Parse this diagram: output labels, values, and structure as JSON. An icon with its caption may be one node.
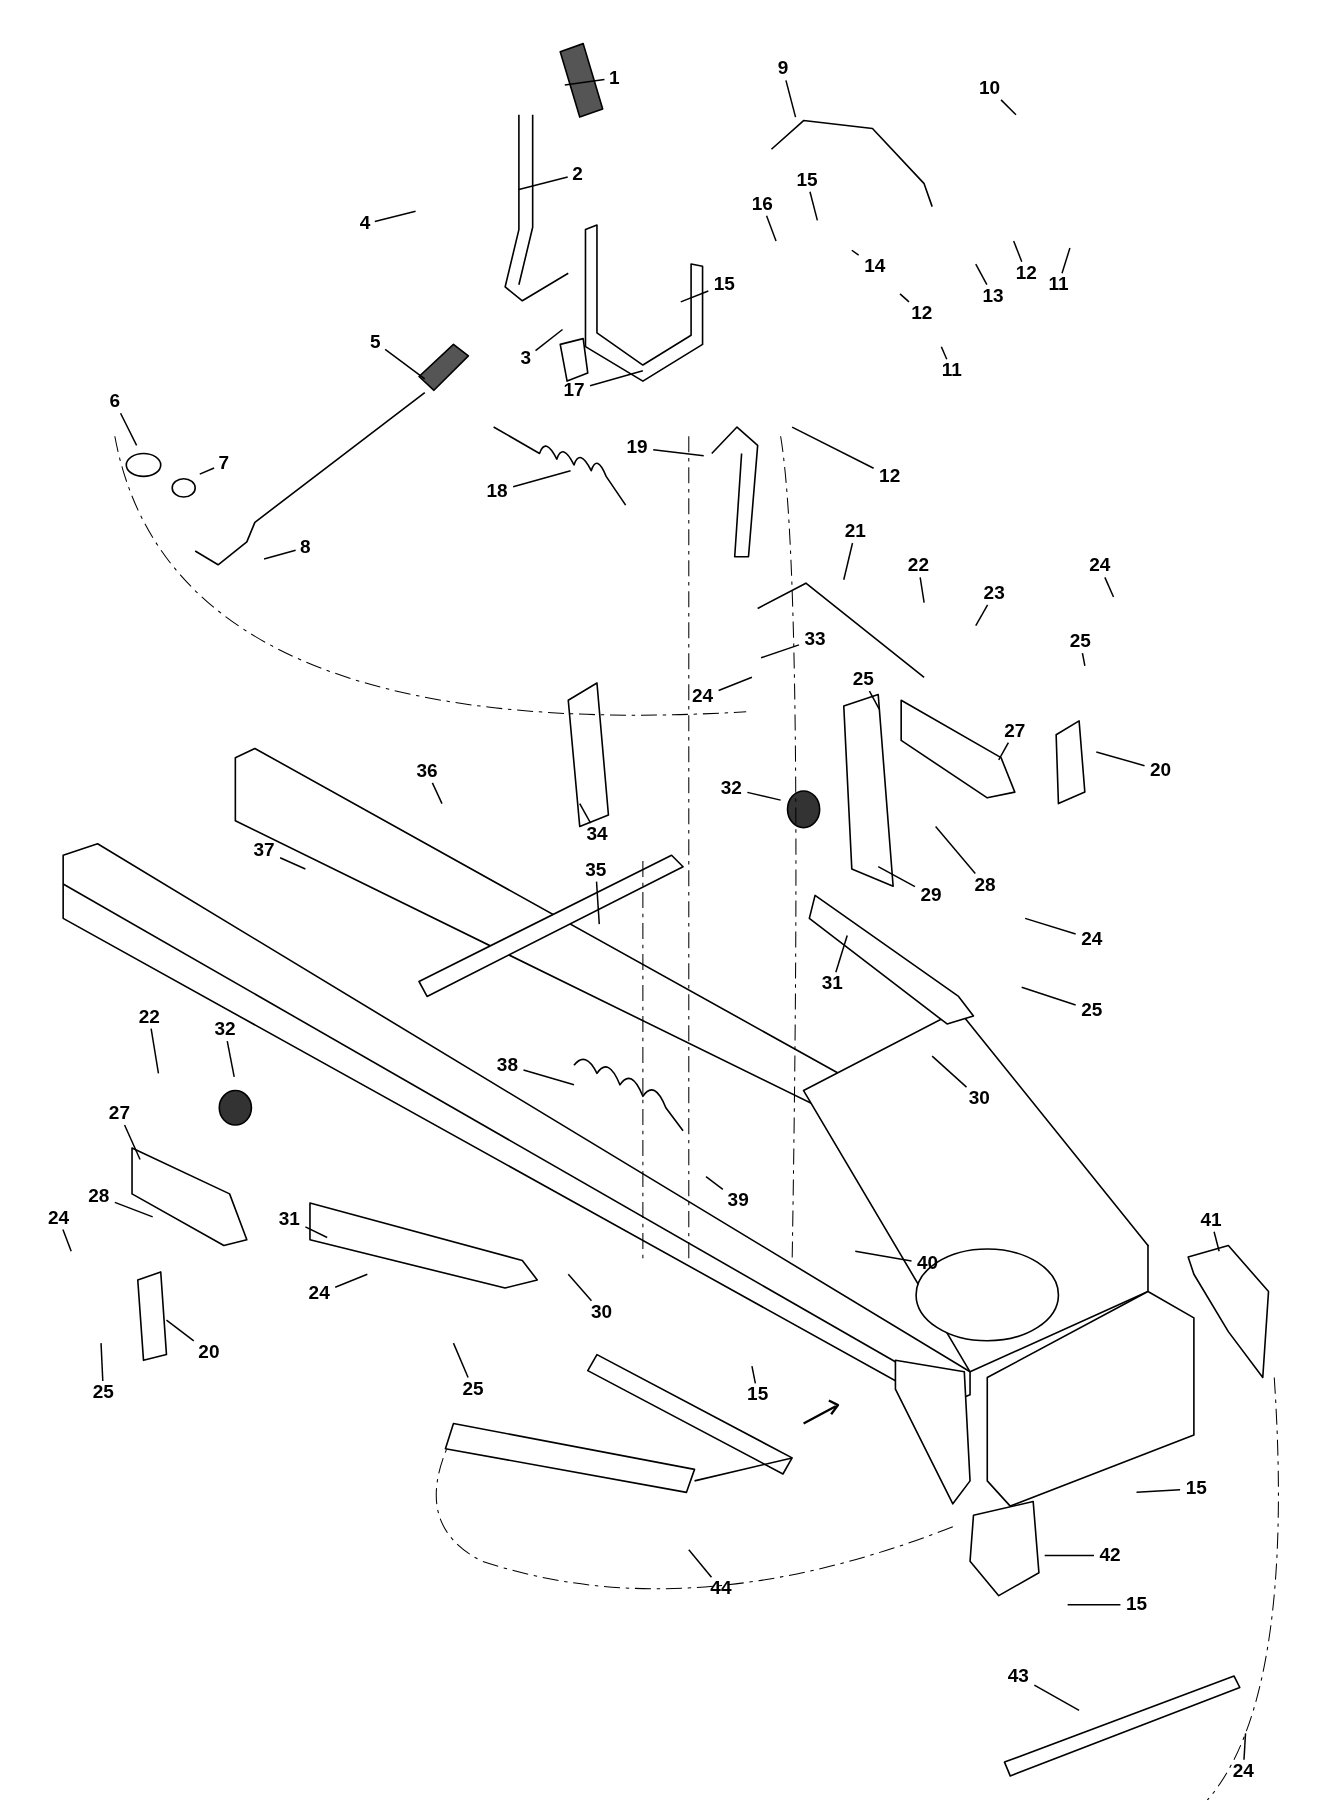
{
  "diagram": {
    "nodes": [
      {
        "text": [
          "1"
        ]
      },
      {
        "text": [
          "2"
        ]
      },
      {
        "text": [
          "9"
        ]
      },
      {
        "text": [
          "10"
        ]
      },
      {
        "text": [
          "4"
        ]
      },
      {
        "text": [
          "15"
        ]
      },
      {
        "text": [
          "16"
        ]
      },
      {
        "text": [
          "14"
        ]
      },
      {
        "text": [
          "13"
        ]
      },
      {
        "text": [
          "12"
        ]
      },
      {
        "text": [
          "11"
        ]
      },
      {
        "text": [
          "12"
        ]
      },
      {
        "text": [
          "15"
        ]
      },
      {
        "text": [
          "3"
        ]
      },
      {
        "text": [
          "5"
        ]
      },
      {
        "text": [
          "11"
        ]
      },
      {
        "text": [
          "17"
        ]
      },
      {
        "text": [
          "6"
        ]
      },
      {
        "text": [
          "19"
        ]
      },
      {
        "text": [
          "7"
        ]
      },
      {
        "text": [
          "12"
        ]
      },
      {
        "text": [
          "18"
        ]
      },
      {
        "text": [
          "8"
        ]
      },
      {
        "text": [
          "21"
        ]
      },
      {
        "text": [
          "22"
        ]
      },
      {
        "text": [
          "33"
        ]
      },
      {
        "text": [
          "23"
        ]
      },
      {
        "text": [
          "24"
        ]
      },
      {
        "text": [
          "25"
        ]
      },
      {
        "text": [
          "24"
        ]
      },
      {
        "text": [
          "32"
        ]
      },
      {
        "text": [
          "25"
        ]
      },
      {
        "text": [
          "27"
        ]
      },
      {
        "text": [
          "20"
        ]
      },
      {
        "text": [
          "36"
        ]
      },
      {
        "text": [
          "34"
        ]
      },
      {
        "text": [
          "37"
        ]
      },
      {
        "text": [
          "35"
        ]
      },
      {
        "text": [
          "29"
        ]
      },
      {
        "text": [
          "28"
        ]
      },
      {
        "text": [
          "31"
        ]
      },
      {
        "text": [
          "24"
        ]
      },
      {
        "text": [
          "25"
        ]
      },
      {
        "text": [
          "22"
        ]
      },
      {
        "text": [
          "32"
        ]
      },
      {
        "text": [
          "38"
        ]
      },
      {
        "text": [
          "30"
        ]
      },
      {
        "text": [
          "27"
        ]
      },
      {
        "text": [
          "28"
        ]
      },
      {
        "text": [
          "39"
        ]
      },
      {
        "text": [
          "24"
        ]
      },
      {
        "text": [
          "31"
        ]
      },
      {
        "text": [
          "41"
        ]
      },
      {
        "text": [
          "40"
        ]
      },
      {
        "text": [
          "30"
        ]
      },
      {
        "text": [
          "24"
        ]
      },
      {
        "text": [
          "20"
        ]
      },
      {
        "text": [
          "25"
        ]
      },
      {
        "text": [
          "25"
        ]
      },
      {
        "text": [
          "15"
        ]
      },
      {
        "text": [
          "15"
        ]
      },
      {
        "text": [
          "42"
        ]
      },
      {
        "text": [
          "44"
        ]
      },
      {
        "text": [
          "15"
        ]
      },
      {
        "text": [
          "43"
        ]
      },
      {
        "text": [
          "24"
        ]
      }
    ],
    "edges": [
      {
        "from": 0,
        "to": null,
        "arrow": "none"
      },
      {
        "from": 1,
        "to": null,
        "arrow": "none"
      },
      {
        "from": 2,
        "to": null,
        "arrow": "none"
      },
      {
        "from": 3,
        "to": null,
        "arrow": "none"
      },
      {
        "from": 4,
        "to": null,
        "arrow": "none"
      },
      {
        "from": 5,
        "to": null,
        "arrow": "none"
      },
      {
        "from": 6,
        "to": null,
        "arrow": "none"
      },
      {
        "from": 7,
        "to": null,
        "arrow": "none"
      },
      {
        "from": 8,
        "to": null,
        "arrow": "none"
      },
      {
        "from": 9,
        "to": null,
        "arrow": "none"
      },
      {
        "from": 10,
        "to": null,
        "arrow": "none"
      },
      {
        "from": 11,
        "to": null,
        "arrow": "none"
      },
      {
        "from": 12,
        "to": null,
        "arrow": "none"
      },
      {
        "from": 13,
        "to": null,
        "arrow": "none"
      },
      {
        "from": 14,
        "to": null,
        "arrow": "none"
      },
      {
        "from": 15,
        "to": null,
        "arrow": "none"
      },
      {
        "from": 16,
        "to": null,
        "arrow": "none"
      },
      {
        "from": 17,
        "to": null,
        "arrow": "none"
      },
      {
        "from": 18,
        "to": null,
        "arrow": "none"
      },
      {
        "from": 19,
        "to": null,
        "arrow": "none"
      },
      {
        "from": 20,
        "to": null,
        "arrow": "none"
      },
      {
        "from": 21,
        "to": null,
        "arrow": "none"
      },
      {
        "from": 22,
        "to": null,
        "arrow": "none"
      },
      {
        "from": 23,
        "to": null,
        "arrow": "none"
      },
      {
        "from": 24,
        "to": null,
        "arrow": "none"
      },
      {
        "from": 25,
        "to": null,
        "arrow": "none"
      },
      {
        "from": 26,
        "to": null,
        "arrow": "none"
      },
      {
        "from": 27,
        "to": null,
        "arrow": "none"
      },
      {
        "from": 28,
        "to": null,
        "arrow": "none"
      },
      {
        "from": 29,
        "to": null,
        "arrow": "none"
      },
      {
        "from": 30,
        "to": null,
        "arrow": "none"
      },
      {
        "from": 31,
        "to": null,
        "arrow": "none"
      },
      {
        "from": 32,
        "to": null,
        "arrow": "none"
      },
      {
        "from": 33,
        "to": null,
        "arrow": "none"
      },
      {
        "from": 34,
        "to": null,
        "arrow": "none"
      },
      {
        "from": 35,
        "to": null,
        "arrow": "none"
      },
      {
        "from": 36,
        "to": null,
        "arrow": "none"
      },
      {
        "from": 37,
        "to": null,
        "arrow": "none"
      },
      {
        "from": 38,
        "to": null,
        "arrow": "none"
      },
      {
        "from": 39,
        "to": null,
        "arrow": "none"
      },
      {
        "from": 40,
        "to": null,
        "arrow": "none"
      },
      {
        "from": 41,
        "to": null,
        "arrow": "none"
      },
      {
        "from": 42,
        "to": null,
        "arrow": "none"
      },
      {
        "from": 43,
        "to": null,
        "arrow": "none"
      },
      {
        "from": 44,
        "to": null,
        "arrow": "none"
      },
      {
        "from": 45,
        "to": null,
        "arrow": "none"
      },
      {
        "from": 46,
        "to": null,
        "arrow": "none"
      },
      {
        "from": 47,
        "to": null,
        "arrow": "none"
      },
      {
        "from": 48,
        "to": null,
        "arrow": "none"
      },
      {
        "from": 49,
        "to": null,
        "arrow": "none"
      },
      {
        "from": 50,
        "to": null,
        "arrow": "none"
      },
      {
        "from": 51,
        "to": null,
        "arrow": "none"
      },
      {
        "from": 52,
        "to": null,
        "arrow": "none"
      },
      {
        "from": 53,
        "to": null,
        "arrow": "none"
      },
      {
        "from": 54,
        "to": null,
        "arrow": "none"
      },
      {
        "from": 55,
        "to": null,
        "arrow": "none"
      },
      {
        "from": 56,
        "to": null,
        "arrow": "none"
      },
      {
        "from": 57,
        "to": null,
        "arrow": "none"
      },
      {
        "from": 58,
        "to": null,
        "arrow": "none"
      },
      {
        "from": 59,
        "to": null,
        "arrow": "none"
      },
      {
        "from": 60,
        "to": null,
        "arrow": "none"
      },
      {
        "from": 61,
        "to": null,
        "arrow": "none"
      },
      {
        "from": 62,
        "to": null,
        "arrow": "none"
      },
      {
        "from": 63,
        "to": null,
        "arrow": "none"
      },
      {
        "from": 64,
        "to": null,
        "arrow": "none"
      },
      {
        "from": 65,
        "to": null,
        "arrow": "none"
      }
    ]
  }
}
